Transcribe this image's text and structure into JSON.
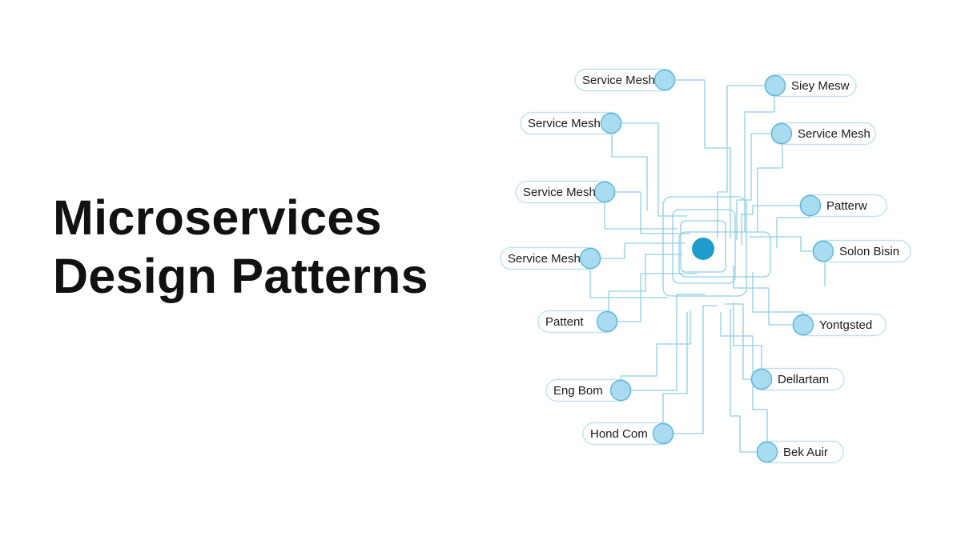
{
  "title": {
    "line1": "Microservices",
    "line2": "Design Patterns"
  },
  "colors": {
    "background": "#ffffff",
    "title_text": "#111111",
    "connector_line": "#8fd0e2",
    "node_fill": "#a9dcf0",
    "node_stroke": "#5eb8d8",
    "pill_border": "#bfe3ee",
    "hub_fill": "#1e9ccc"
  },
  "diagram": {
    "hub_name": "central-hub",
    "left_nodes": [
      {
        "label": "Service Mesh"
      },
      {
        "label": "Service Mesh"
      },
      {
        "label": "Service Mesh"
      },
      {
        "label": "Service Mesh"
      },
      {
        "label": "Pattent"
      },
      {
        "label": "Eng Bom"
      },
      {
        "label": "Hond Com"
      }
    ],
    "right_nodes": [
      {
        "label": "Siey Mesw"
      },
      {
        "label": "Service Mesh"
      },
      {
        "label": "Patterw"
      },
      {
        "label": "Solon Bisin"
      },
      {
        "label": "Yontgsted"
      },
      {
        "label": "Dellartam"
      },
      {
        "label": "Bek Auir"
      }
    ]
  }
}
